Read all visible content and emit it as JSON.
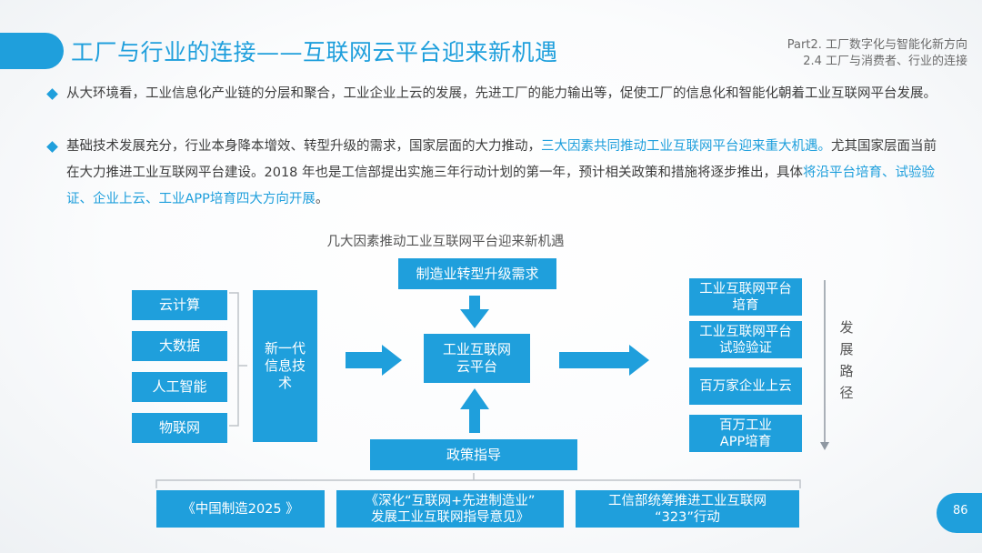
{
  "slide": {
    "title": "工厂与行业的连接——互联网云平台迎来新机遇",
    "part_line1": "Part2. 工厂数字化与智能化新方向",
    "part_line2": "2.4   工厂与消费者、行业的连接",
    "page_number": "86"
  },
  "paragraphs": {
    "p1": "从大环境看，工业信息化产业链的分层和聚合，工业企业上云的发展，先进工厂的能力输出等，促使工厂的信息化和智能化朝着工业互联网平台发展。",
    "p2_a": "基础技术发展充分，行业本身降本增效、转型升级的需求，国家层面的大力推动，",
    "p2_hl1": "三大因素共同推动工业互联网平台迎来重大机遇。",
    "p2_b": "尤其国家层面当前在大力推进工业互联网平台建设。2018 年也是工信部提出实施三年行动计划的第一年，预计相关政策和措施将逐步推出，具体",
    "p2_hl2": "将沿平台培育、试验验证、企业上云、工业APP培育四大方向开展",
    "p2_c": "。"
  },
  "diagram": {
    "title": "几大因素推动工业互联网平台迎来新机遇",
    "tech_items": [
      "云计算",
      "大数据",
      "人工智能",
      "物联网"
    ],
    "new_gen": "新一代信息技术",
    "demand": "制造业转型升级需求",
    "platform_line1": "工业互联网",
    "platform_line2": "云平台",
    "policy": "政策指导",
    "right_items": [
      {
        "l1": "工业互联网平台",
        "l2": "培育"
      },
      {
        "l1": "工业互联网平台",
        "l2": "试验验证"
      },
      {
        "l1": "百万家企业上云",
        "l2": ""
      },
      {
        "l1": "百万工业",
        "l2": "APP培育"
      }
    ],
    "path_label": "发展路径",
    "bottom_items": [
      {
        "l1": "《中国制造2025 》",
        "l2": ""
      },
      {
        "l1": "《深化“互联网+先进制造业”",
        "l2": "发展工业互联网指导意见》"
      },
      {
        "l1": "工信部统筹推进工业互联网",
        "l2": "“323”行动"
      }
    ]
  },
  "colors": {
    "accent": "#1f9fdc",
    "text": "#3d3d3d"
  }
}
